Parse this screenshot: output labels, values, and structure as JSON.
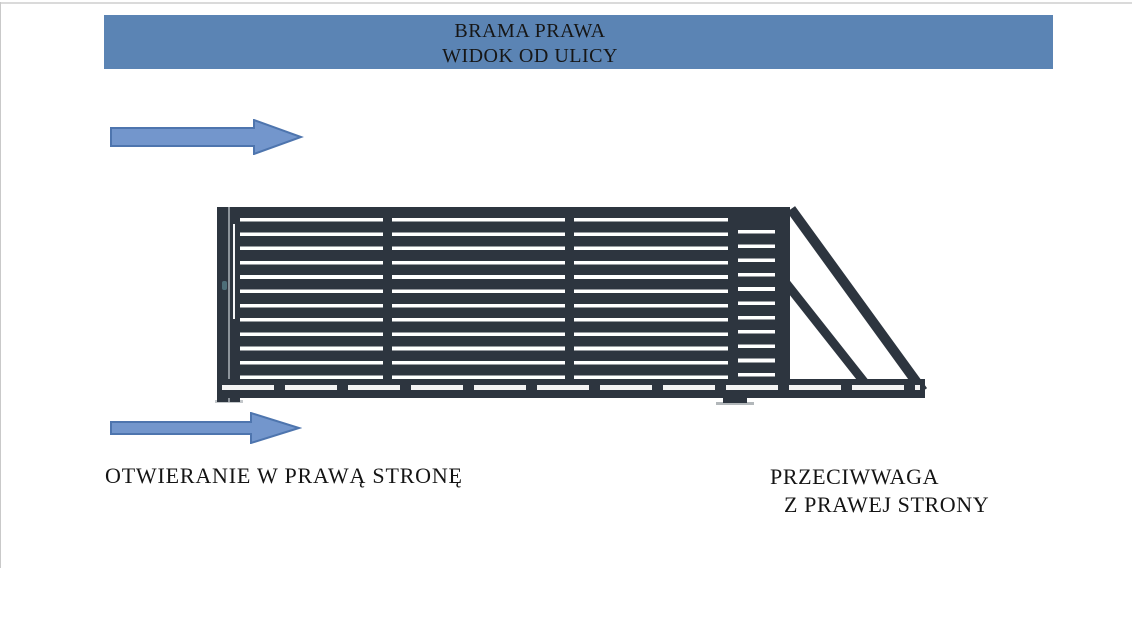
{
  "page": {
    "background_color": "#ffffff"
  },
  "header": {
    "line1": "BRAMA PRAWA",
    "line2": "WIDOK OD ULICY",
    "bg_color": "#5b84b4",
    "text_color": "#161616"
  },
  "arrows": {
    "top": {
      "direction": "right",
      "fill": "#7396cc",
      "stroke": "#4e75ae"
    },
    "bottom": {
      "direction": "right",
      "fill": "#7396cc",
      "stroke": "#4e75ae"
    }
  },
  "gate": {
    "frame_color": "#2d353f",
    "slat_gap_color": "#ffffff",
    "main_slat_rows": 11,
    "panel_sections": 4,
    "counterweight_diagonals": 2,
    "lock_accent_color": "#4e6e78",
    "foot_pad_color": "#b2b7ba"
  },
  "labels": {
    "opening": "OTWIERANIE W PRAWĄ STRONĘ",
    "counterweight_line1": "PRZECIWWAGA",
    "counterweight_line2": "Z PRAWEJ STRONY"
  }
}
